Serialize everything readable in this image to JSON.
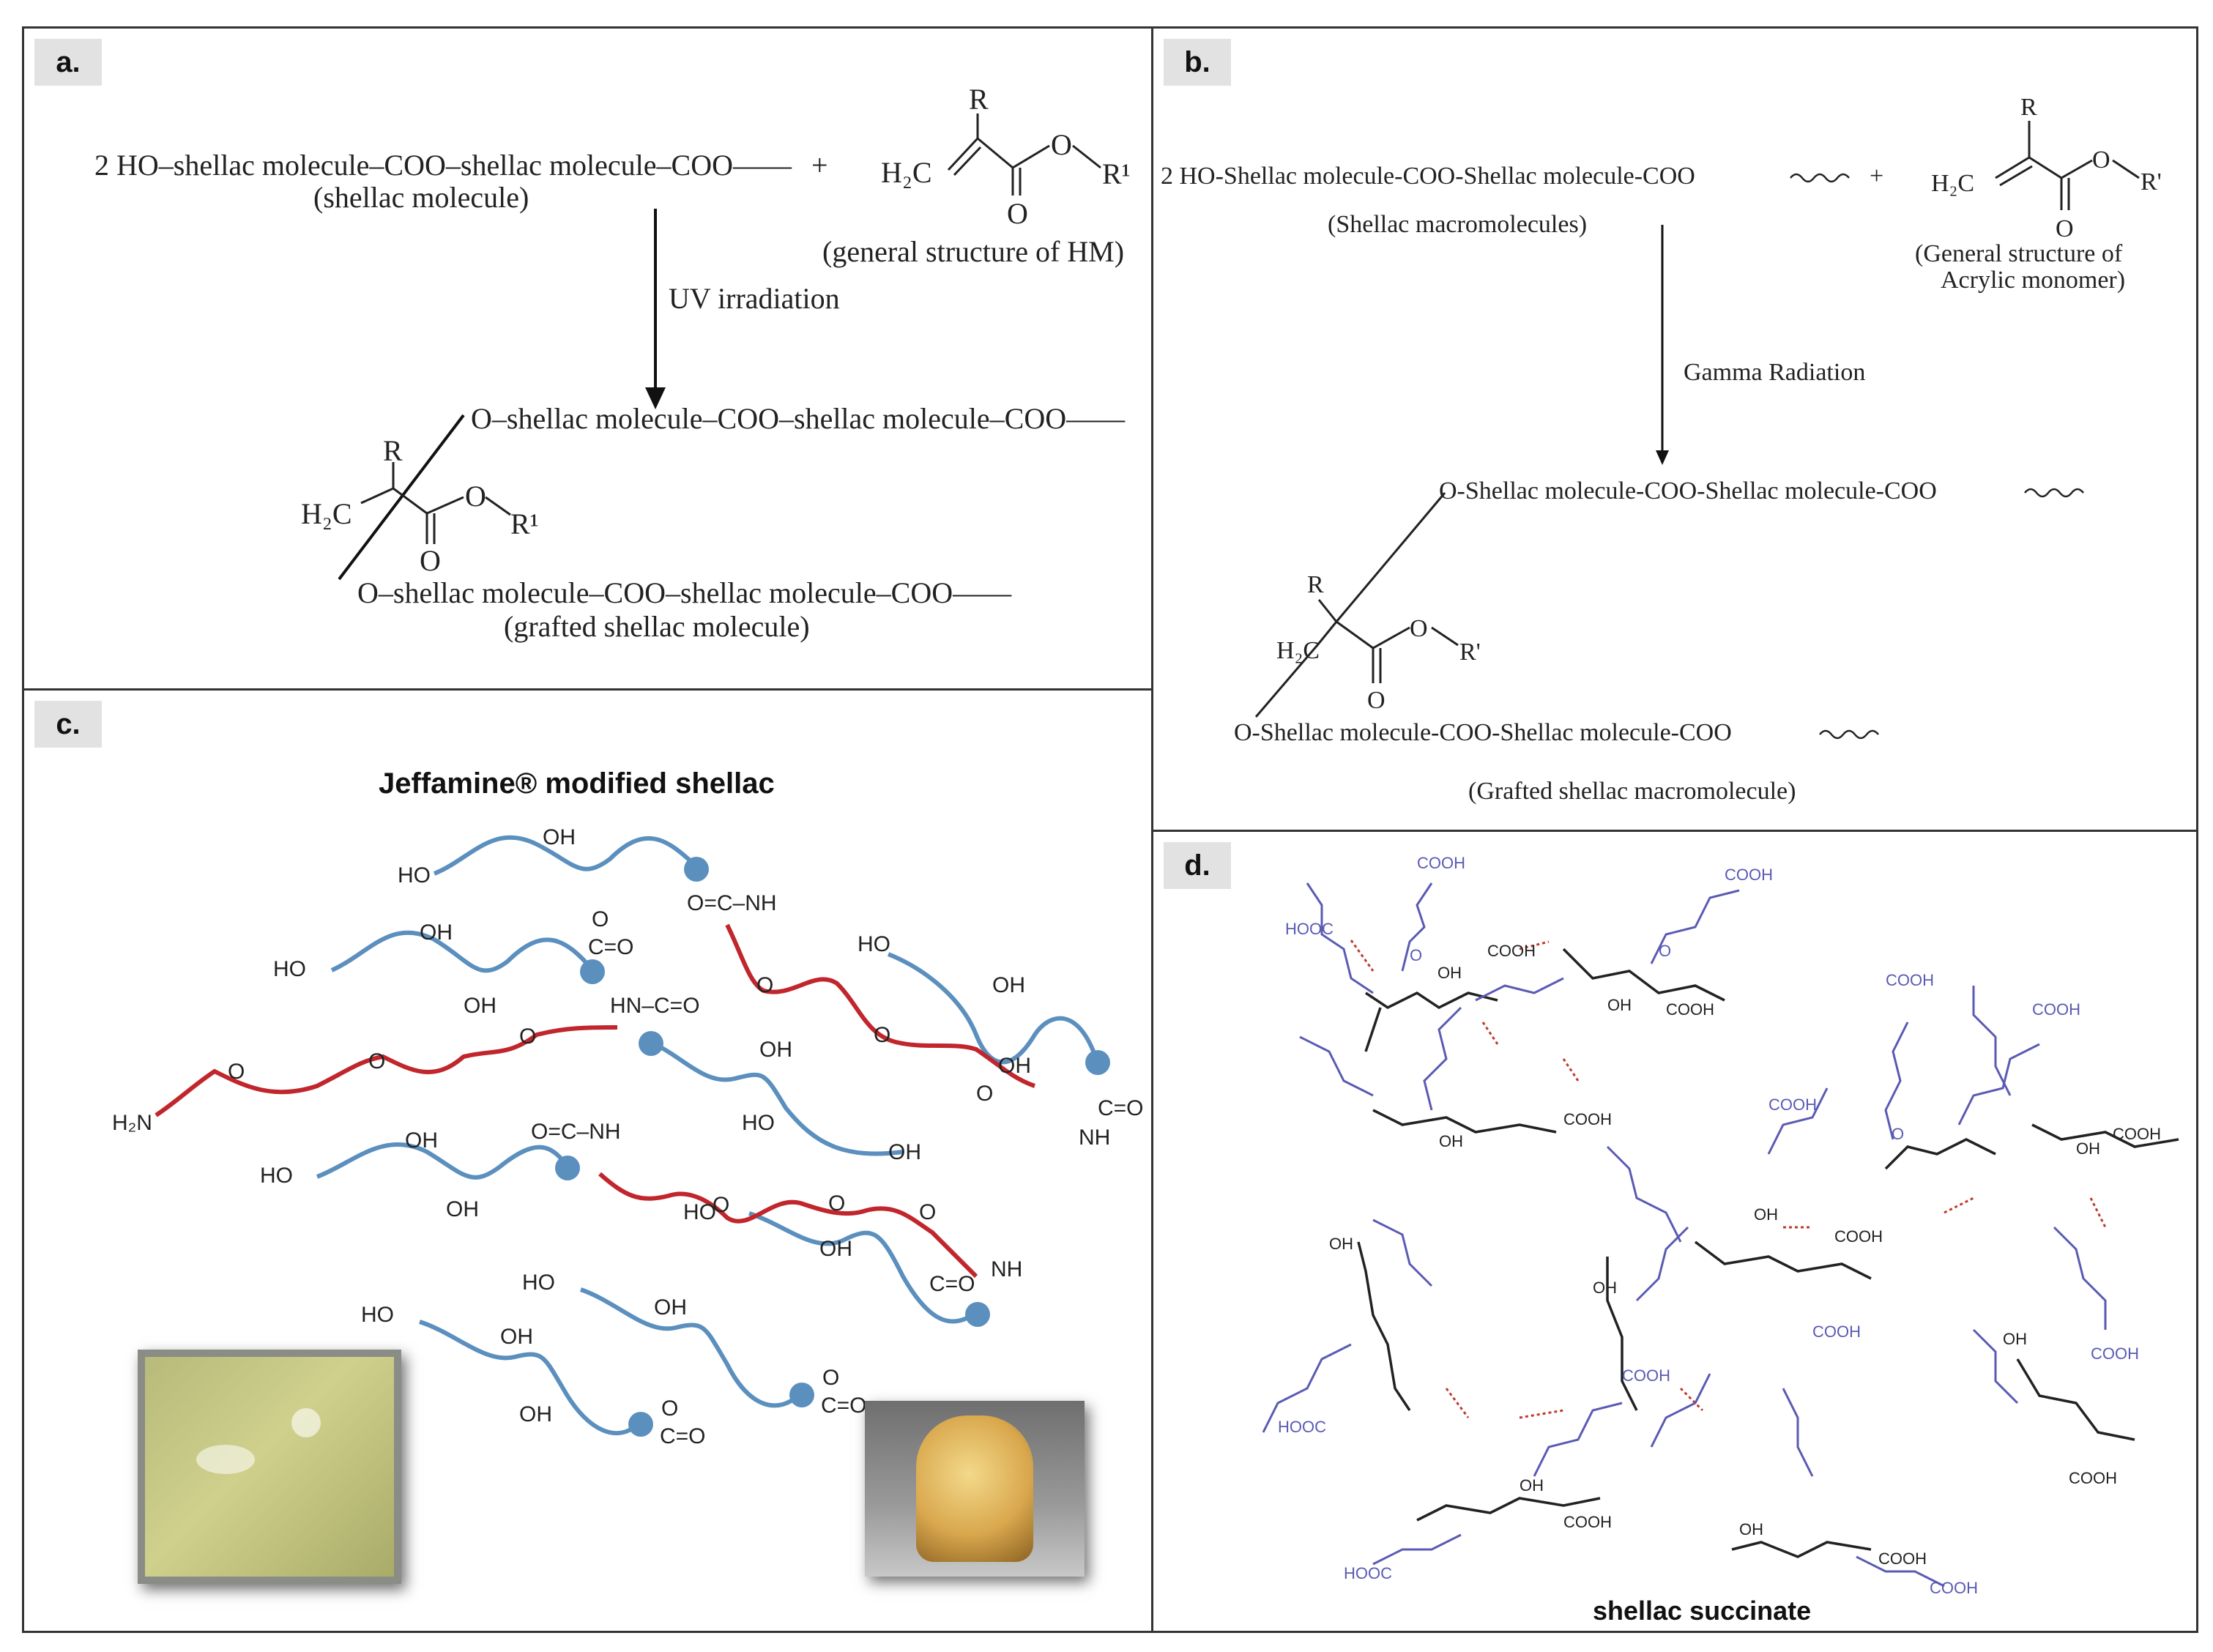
{
  "panels": {
    "a": {
      "tag": "a.",
      "reactant_chain": "2 HO–shellac molecule–COO–shellac molecule–COO——",
      "plus": "+",
      "reactant_caption": "(shellac molecule)",
      "monomer_caption": "(general structure of HM)",
      "arrow_label": "UV irradiation",
      "product_chain_top": "O–shellac molecule–COO–shellac molecule–COO——",
      "product_chain_bottom": "O–shellac molecule–COO–shellac molecule–COO——",
      "product_caption": "(grafted shellac molecule)",
      "atoms": {
        "r": "R",
        "h2c": "H₂C",
        "o": "O",
        "r1": "R¹"
      }
    },
    "b": {
      "tag": "b.",
      "reactant_chain": "2 HO-Shellac molecule-COO-Shellac molecule-COO",
      "plus": "+",
      "reactant_caption": "(Shellac macromolecules)",
      "monomer_caption_line1": "(General structure of",
      "monomer_caption_line2": "Acrylic monomer)",
      "arrow_label": "Gamma Radiation",
      "product_chain_top": "O-Shellac molecule-COO-Shellac molecule-COO",
      "product_chain_bottom": "O-Shellac molecule-COO-Shellac molecule-COO",
      "product_caption": "(Grafted shellac macromolecule)",
      "atoms": {
        "r": "R",
        "h2c": "H₂C",
        "o": "O",
        "r1": "R'"
      }
    },
    "c": {
      "tag": "c.",
      "title": "Jeffamine® modified shellac",
      "labels": {
        "oh": "OH",
        "ho": "HO",
        "o": "O",
        "h2n": "H₂N",
        "nh": "NH",
        "c_eq_o": "C=O",
        "o_eq_c_nh": "O=C–NH",
        "hn_c_eq_o": "HN–C=O"
      }
    },
    "d": {
      "tag": "d.",
      "caption": "shellac succinate",
      "labels": {
        "cooh": "COOH",
        "oh": "OH",
        "o": "O",
        "hooc": "HOOC"
      }
    }
  },
  "colors": {
    "border": "#333333",
    "tag_bg": "#e2e2e2",
    "shellac_blue": "#5b8fbe",
    "jeffamine_red": "#c0262c",
    "succinate_purple": "#5a5ab4",
    "hbond_red": "#c0392b"
  }
}
